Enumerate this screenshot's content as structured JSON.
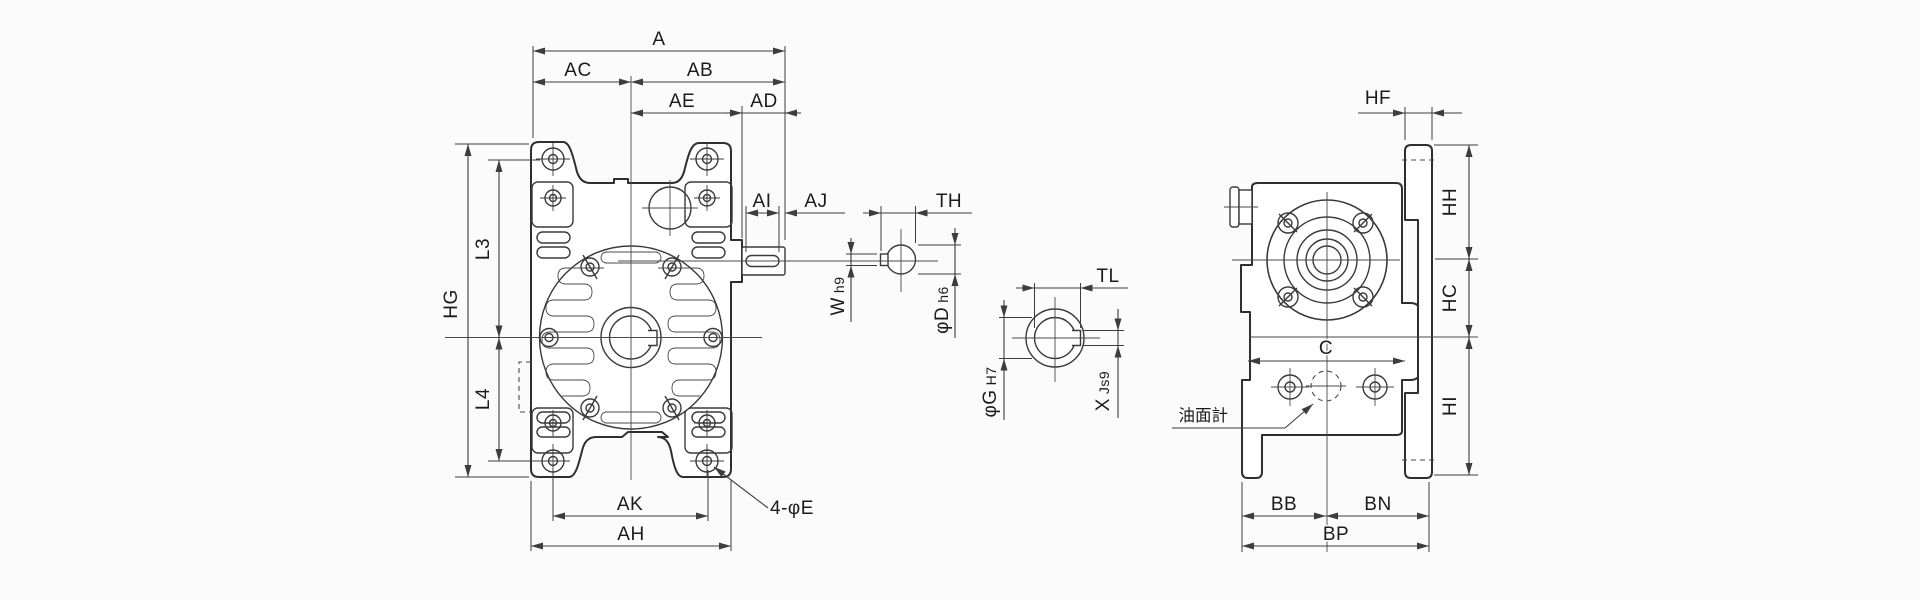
{
  "front_view": {
    "dims": {
      "overall_width": "A",
      "left_half": "AC",
      "right_half": "AB",
      "center_to_shoulder": "AE",
      "shaft_length": "AD",
      "keyway_length": "AI",
      "keyway_to_end": "AJ",
      "mount_height": "HG",
      "upper_hole_span": "L3",
      "lower_hole_span": "L4",
      "hole_pitch_width": "AK",
      "body_width": "AH",
      "hole_note": "4-φE"
    }
  },
  "shaft_section": {
    "dims": {
      "across_flat": "TH",
      "key_width": {
        "main": "W",
        "fit": "h9"
      },
      "diameter": {
        "main": "φD",
        "fit": "h6"
      }
    }
  },
  "bore_section": {
    "dims": {
      "across_flat": "TL",
      "diameter": {
        "main": "φG",
        "fit": "H7"
      },
      "key_width": {
        "main": "X",
        "fit": "Js9"
      }
    }
  },
  "side_view": {
    "dims": {
      "flange_thickness": "HF",
      "top_to_input_center": "HH",
      "input_to_output_center": "HC",
      "output_center_to_base": "HI",
      "body_depth": "C",
      "base_left": "BB",
      "base_right": "BN",
      "base_depth": "BP"
    },
    "oil_gauge_label": "油面計"
  },
  "colors": {
    "line": "#333333",
    "background": "#fbfbfb",
    "fill": "#ffffff"
  }
}
